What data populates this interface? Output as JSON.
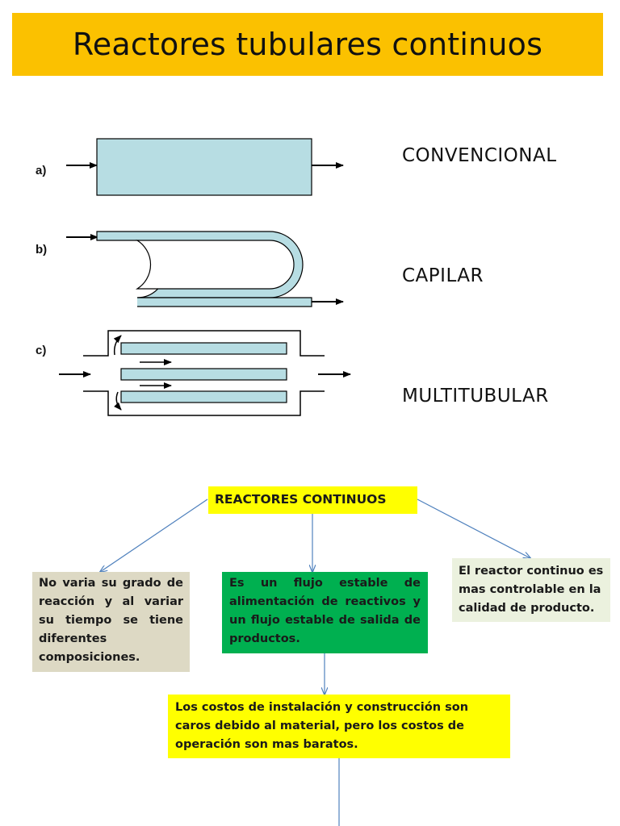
{
  "title": "Reactores tubulares continuos",
  "reactors": [
    {
      "letter": "a)",
      "name": "CONVENCIONAL"
    },
    {
      "letter": "b)",
      "name": "CAPILAR"
    },
    {
      "letter": "c)",
      "name": "MULTITUBULAR"
    }
  ],
  "concept_map": {
    "root": "REACTORES CONTINUOS",
    "left": "No varia su grado de reacción y al variar su tiempo se tiene diferentes composiciones.",
    "center": "Es un flujo estable de alimentación de reactivos y un flujo estable de salida de productos.",
    "right": "El reactor continuo es mas controlable en la calidad de producto.",
    "bottom": "Los costos de instalación y construcción son caros debido al material, pero los costos de operación son mas baratos."
  },
  "colors": {
    "title_bg": "#fbc100",
    "tube_fill": "#b7dde3",
    "root_bg": "#ffff00",
    "left_bg": "#ddd9c4",
    "center_bg": "#00b050",
    "right_bg": "#ebf1de",
    "bottom_bg": "#ffff00",
    "connector": "#4f81bd"
  }
}
